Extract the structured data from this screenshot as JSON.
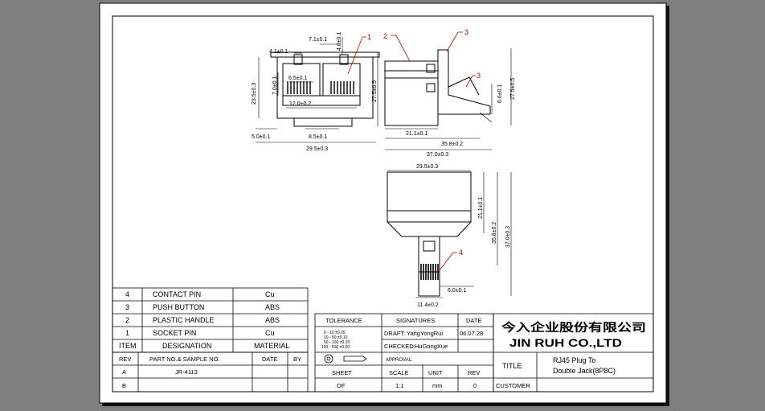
{
  "colors": {
    "background": "#7f7f7f",
    "paper": "#ffffff",
    "callout": "#cc0000",
    "shadow": "#111111"
  },
  "callouts": [
    "1",
    "2",
    "3",
    "3",
    "4"
  ],
  "front_view": {
    "dims": [
      "4.1±0.1",
      "7.1±0.1",
      "4.0±0.1",
      "6.5±0.1",
      "7.0±0.1",
      "23.5±0.3",
      "27.5±0.5",
      "12.0±0.2",
      "5.0±0.1",
      "8.5±0.1",
      "29.5±0.3"
    ]
  },
  "side_view": {
    "dims": [
      "6.6±0.1",
      "27.5±0.5",
      "21.1±0.1",
      "35.8±0.2",
      "37.0±0.3"
    ]
  },
  "top_view": {
    "dims": [
      "29.5±0.3",
      "21.1±0.1",
      "35.8±0.2",
      "37.0±0.3",
      "6.0±0.1",
      "11.4±0.2"
    ]
  },
  "bom": {
    "rows": [
      {
        "item": "4",
        "designation": "CONTACT PIN",
        "material": "Cu"
      },
      {
        "item": "3",
        "designation": "PUSH BUTTON",
        "material": "ABS"
      },
      {
        "item": "2",
        "designation": "PLASTIC HANDLE",
        "material": "ABS"
      },
      {
        "item": "1",
        "designation": "SOCKET PIN",
        "material": "Cu"
      }
    ],
    "header": {
      "item": "ITEM",
      "designation": "DESIGNATION",
      "material": "MATERIAL"
    }
  },
  "rev_block": {
    "headers": [
      "REV",
      "PART NO.& SAMPLE NO.",
      "DATE",
      "BY"
    ],
    "rows": [
      {
        "rev": "A",
        "part": "JR-4113"
      },
      {
        "rev": "B",
        "part": ""
      }
    ]
  },
  "tolerance": {
    "title": "TOLERANCE",
    "rows": [
      "0 - 10   ±0.05",
      "10 - 50  ±0.10",
      "50 - 100 ±0.15",
      "100 - 500 ±0.20"
    ]
  },
  "signatures": {
    "title": "SIGNATURES",
    "date_title": "DATE",
    "draft_label": "DRAFT:",
    "draft_name": "YangYongRui",
    "draft_date": "06.07.28",
    "checked_label": "CHECKED:",
    "checked_name": "HuGongXue",
    "approval_label": "APPROVAL:"
  },
  "sheet": {
    "sheet_label": "SHEET",
    "sheet_value": "OF",
    "scale_label": "SCALE",
    "scale_value": "1:1",
    "unit_label": "UNIT",
    "unit_value": "mm",
    "rev_label": "REV",
    "rev_value": "0"
  },
  "company": {
    "name_cn": "今入企业股份有限公司",
    "name_en": "JIN RUH CO.,LTD"
  },
  "title_block": {
    "title_label": "TITLE",
    "title_line1": "RJ45 Plug To",
    "title_line2": "Double Jack(8P8C)",
    "customer_label": "CUSTOMER"
  }
}
